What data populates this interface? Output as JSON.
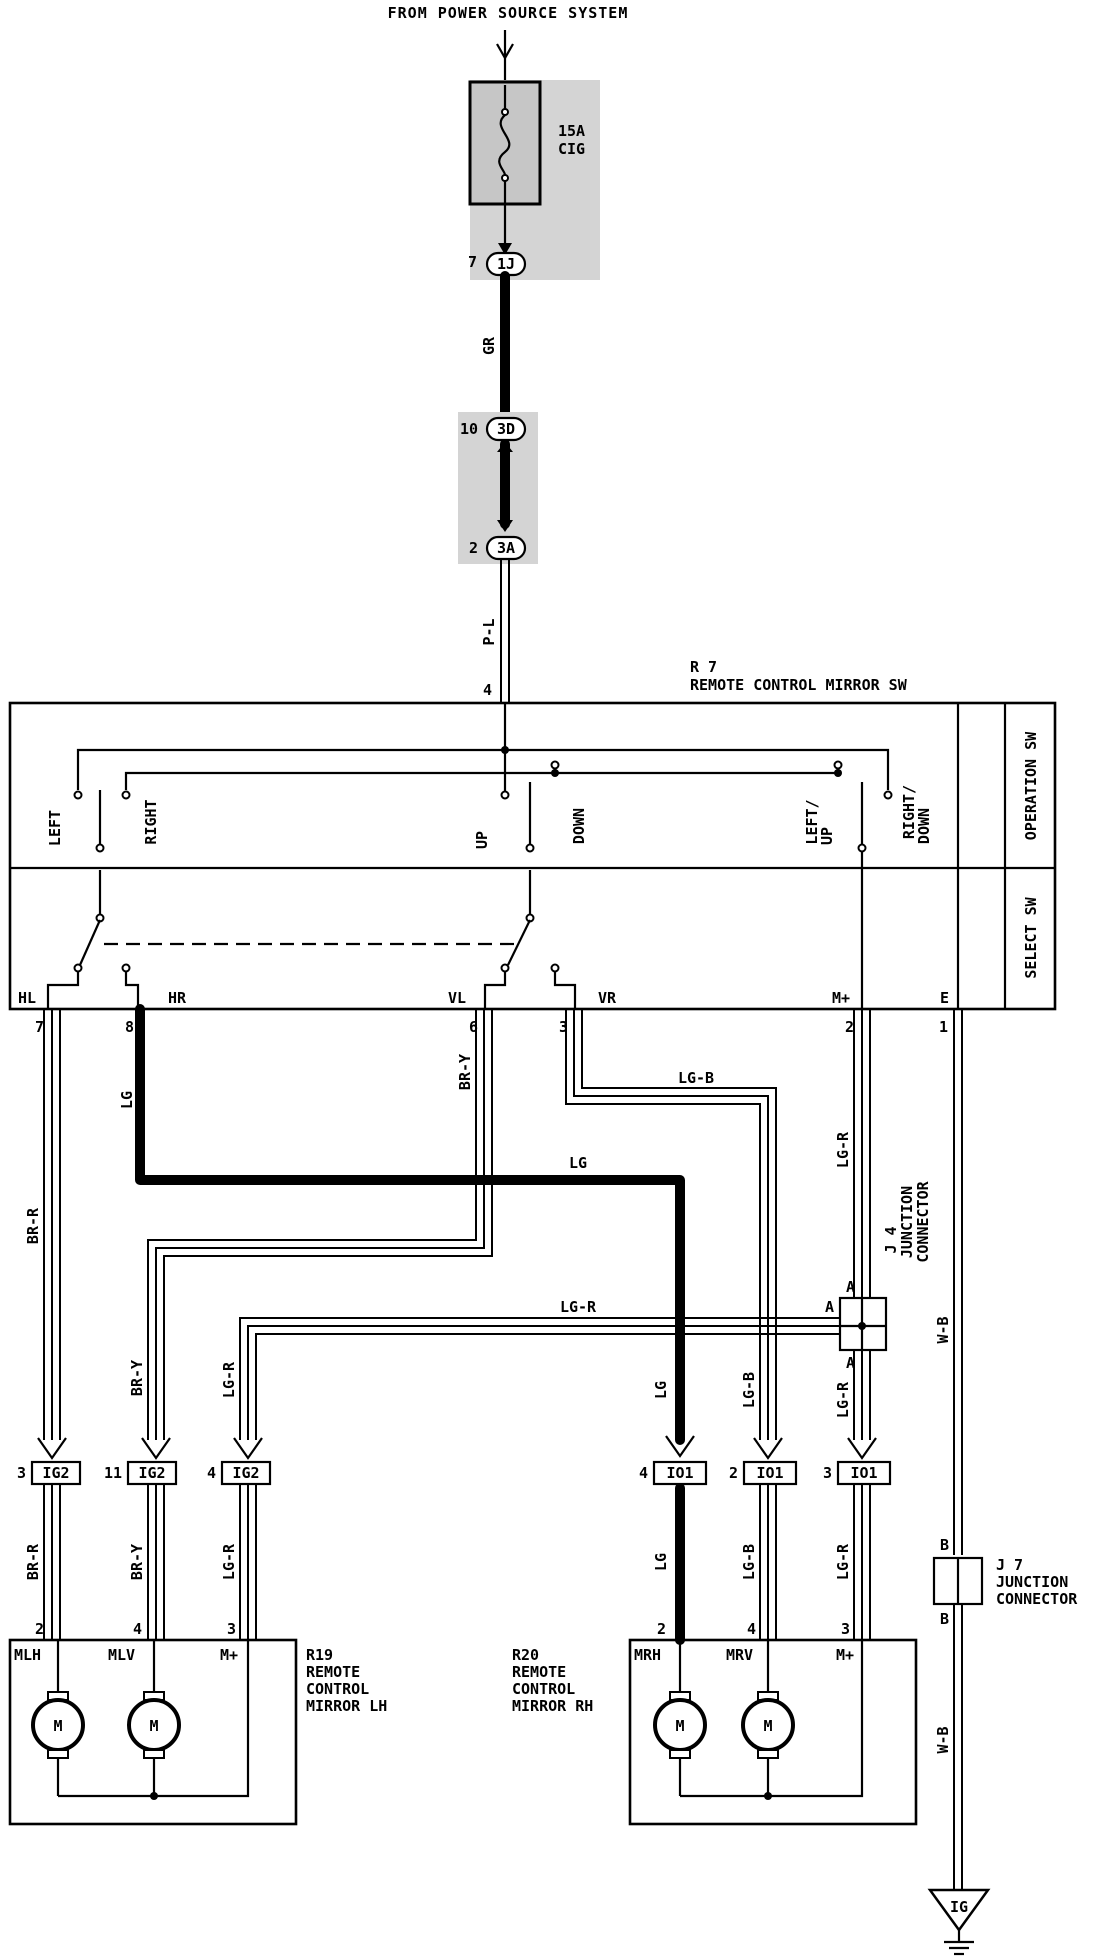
{
  "source_label": "FROM POWER SOURCE SYSTEM",
  "fuse": {
    "rating": "15A",
    "name": "CIG"
  },
  "connectors": {
    "top_1j": {
      "pin": "7",
      "code": "1J"
    },
    "top_3d": {
      "pin": "10",
      "code": "3D"
    },
    "top_3a": {
      "pin": "2",
      "code": "3A"
    },
    "ig2_a": {
      "pin": "3",
      "code": "IG2"
    },
    "ig2_b": {
      "pin": "11",
      "code": "IG2"
    },
    "ig2_c": {
      "pin": "4",
      "code": "IG2"
    },
    "io1_a": {
      "pin": "4",
      "code": "IO1"
    },
    "io1_b": {
      "pin": "2",
      "code": "IO1"
    },
    "io1_c": {
      "pin": "3",
      "code": "IO1"
    }
  },
  "wires": {
    "gr": "GR",
    "pl": "P-L",
    "br_r": "BR-R",
    "lg": "LG",
    "br_y": "BR-Y",
    "lg_b": "LG-B",
    "lg_r": "LG-R",
    "w_b": "W-B"
  },
  "switch": {
    "id": "R 7",
    "name": "REMOTE CONTROL MIRROR SW",
    "input_pin": "4",
    "operation_label": "OPERATION SW",
    "select_label": "SELECT SW",
    "positions": {
      "left": "LEFT",
      "right": "RIGHT",
      "up": "UP",
      "down": "DOWN",
      "left_up_1": "LEFT/",
      "left_up_2": "UP",
      "right_down_1": "RIGHT/",
      "right_down_2": "DOWN"
    },
    "terminals": {
      "hl": "HL",
      "hr": "HR",
      "vl": "VL",
      "vr": "VR",
      "mplus": "M+",
      "e": "E"
    },
    "terminal_pins": {
      "hl": "7",
      "hr": "8",
      "vl": "6",
      "vr": "3",
      "mplus": "2",
      "e": "1"
    }
  },
  "junction_j4": {
    "id": "J 4",
    "line1": "JUNCTION",
    "line2": "CONNECTOR",
    "pin": "A"
  },
  "junction_j7": {
    "id": "J 7",
    "line1": "JUNCTION",
    "line2": "CONNECTOR",
    "pin": "B"
  },
  "mirror_lh": {
    "id": "R19",
    "line1": "REMOTE",
    "line2": "CONTROL",
    "line3": "MIRROR LH",
    "t1": "MLH",
    "t2": "MLV",
    "t3": "M+",
    "p1": "2",
    "p2": "4",
    "p3": "3"
  },
  "mirror_rh": {
    "id": "R20",
    "line1": "REMOTE",
    "line2": "CONTROL",
    "line3": "MIRROR RH",
    "t1": "MRH",
    "t2": "MRV",
    "t3": "M+",
    "p1": "2",
    "p2": "4",
    "p3": "3"
  },
  "motor_label": "M",
  "ground": "IG"
}
